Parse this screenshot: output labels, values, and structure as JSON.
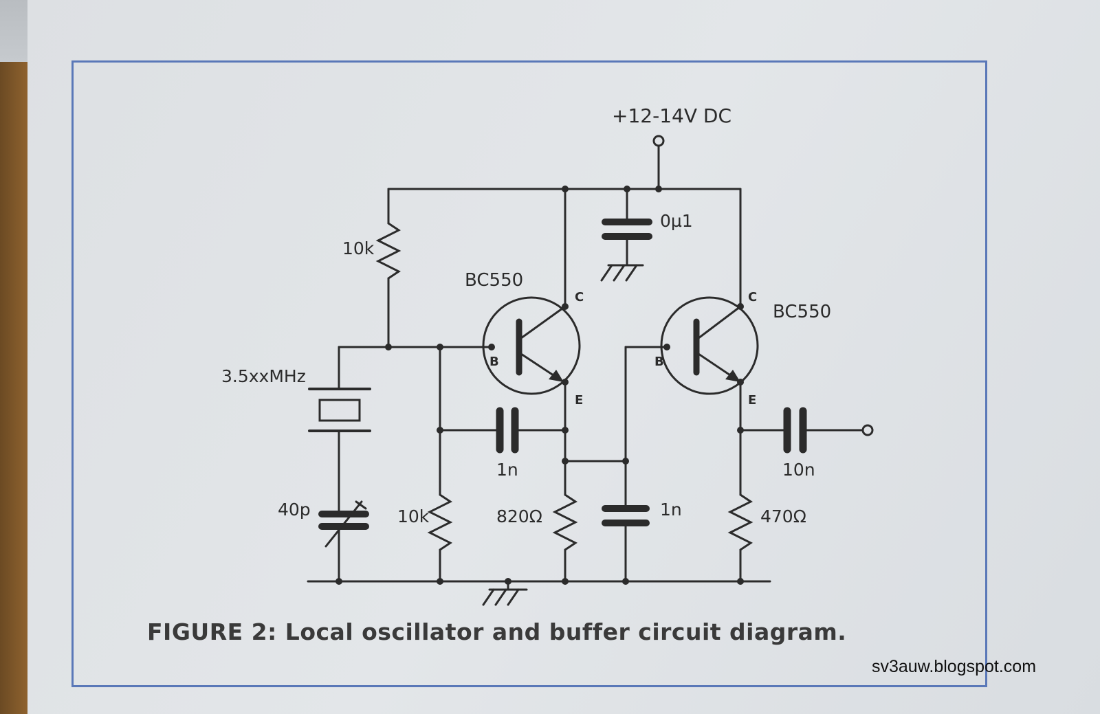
{
  "supply_label": "+12-14V DC",
  "components": {
    "r_bias_top": "10k",
    "r_bias_bottom": "10k",
    "crystal": "3.5xxMHz",
    "trimmer_cap": "40p",
    "cap_feedback": "1n",
    "r_emitter1": "820Ω",
    "cap_shunt": "1n",
    "cap_decouple": "0µ1",
    "cap_output": "10n",
    "r_emitter2": "470Ω"
  },
  "transistors": {
    "q1": {
      "label": "BC550",
      "c": "C",
      "b": "B",
      "e": "E"
    },
    "q2": {
      "label": "BC550",
      "c": "C",
      "b": "B",
      "e": "E"
    }
  },
  "caption": "FIGURE 2: Local oscillator and buffer circuit diagram.",
  "watermark": "sv3auw.blogspot.com",
  "colors": {
    "ink": "#2b2b2b",
    "frame": "#5a78b8",
    "paper": "#e0e3e6"
  }
}
